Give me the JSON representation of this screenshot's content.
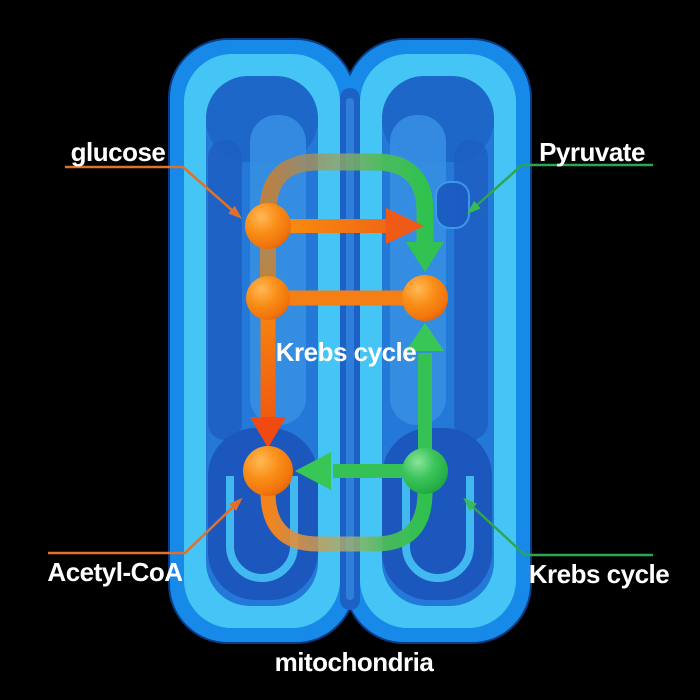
{
  "diagram": {
    "labels": {
      "glucose": "glucose",
      "pyruvate": "Pyruvate",
      "acetyl_coa": "Acetyl-CoA",
      "krebs_cycle_right": "Krebs cycle",
      "krebs_cycle_center": "Krebs cycle",
      "mitochondria": "mitochondria"
    },
    "colors": {
      "label_text": "#FFFFFF",
      "orange_accent": "#E0712B",
      "green_accent": "#2FA54F",
      "arrow_orange": "#F57E15",
      "arrow_green": "#35C155",
      "node_orange": "#F98E17",
      "node_green": "#3CC55C",
      "membrane_outer": "#1789E9",
      "membrane_inner": "#45C5F6",
      "matrix_blue": "#2478D8",
      "cristae_dark": "#1D60C4",
      "background": "#000000"
    },
    "nodes": [
      {
        "id": "glucose-node",
        "color": "orange"
      },
      {
        "id": "junction-node-left",
        "color": "orange"
      },
      {
        "id": "junction-node-right",
        "color": "orange"
      },
      {
        "id": "acetyl-coa-node",
        "color": "orange"
      },
      {
        "id": "krebs-node",
        "color": "green"
      }
    ]
  }
}
